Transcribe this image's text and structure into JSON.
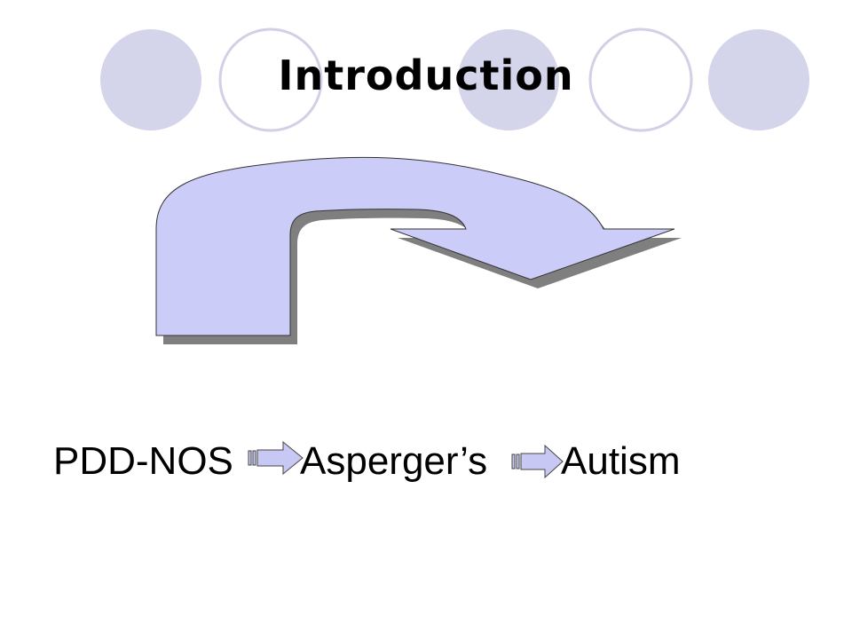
{
  "slide": {
    "title": "Introduction",
    "progression": [
      {
        "label": "PDD-NOS"
      },
      {
        "label": "Asperger’s"
      },
      {
        "label": "Autism"
      }
    ]
  },
  "colors": {
    "circle_fill": "#d4d4ea",
    "circle_outline": "#d0d0e6",
    "arrow_fill": "#ccccf8",
    "arrow_shadow": "#808080",
    "small_arrow_fill": "#c8c8f4"
  },
  "icons": {
    "curved_arrow": "curved-arrow-icon",
    "flow_arrow": "right-arrow-icon"
  }
}
